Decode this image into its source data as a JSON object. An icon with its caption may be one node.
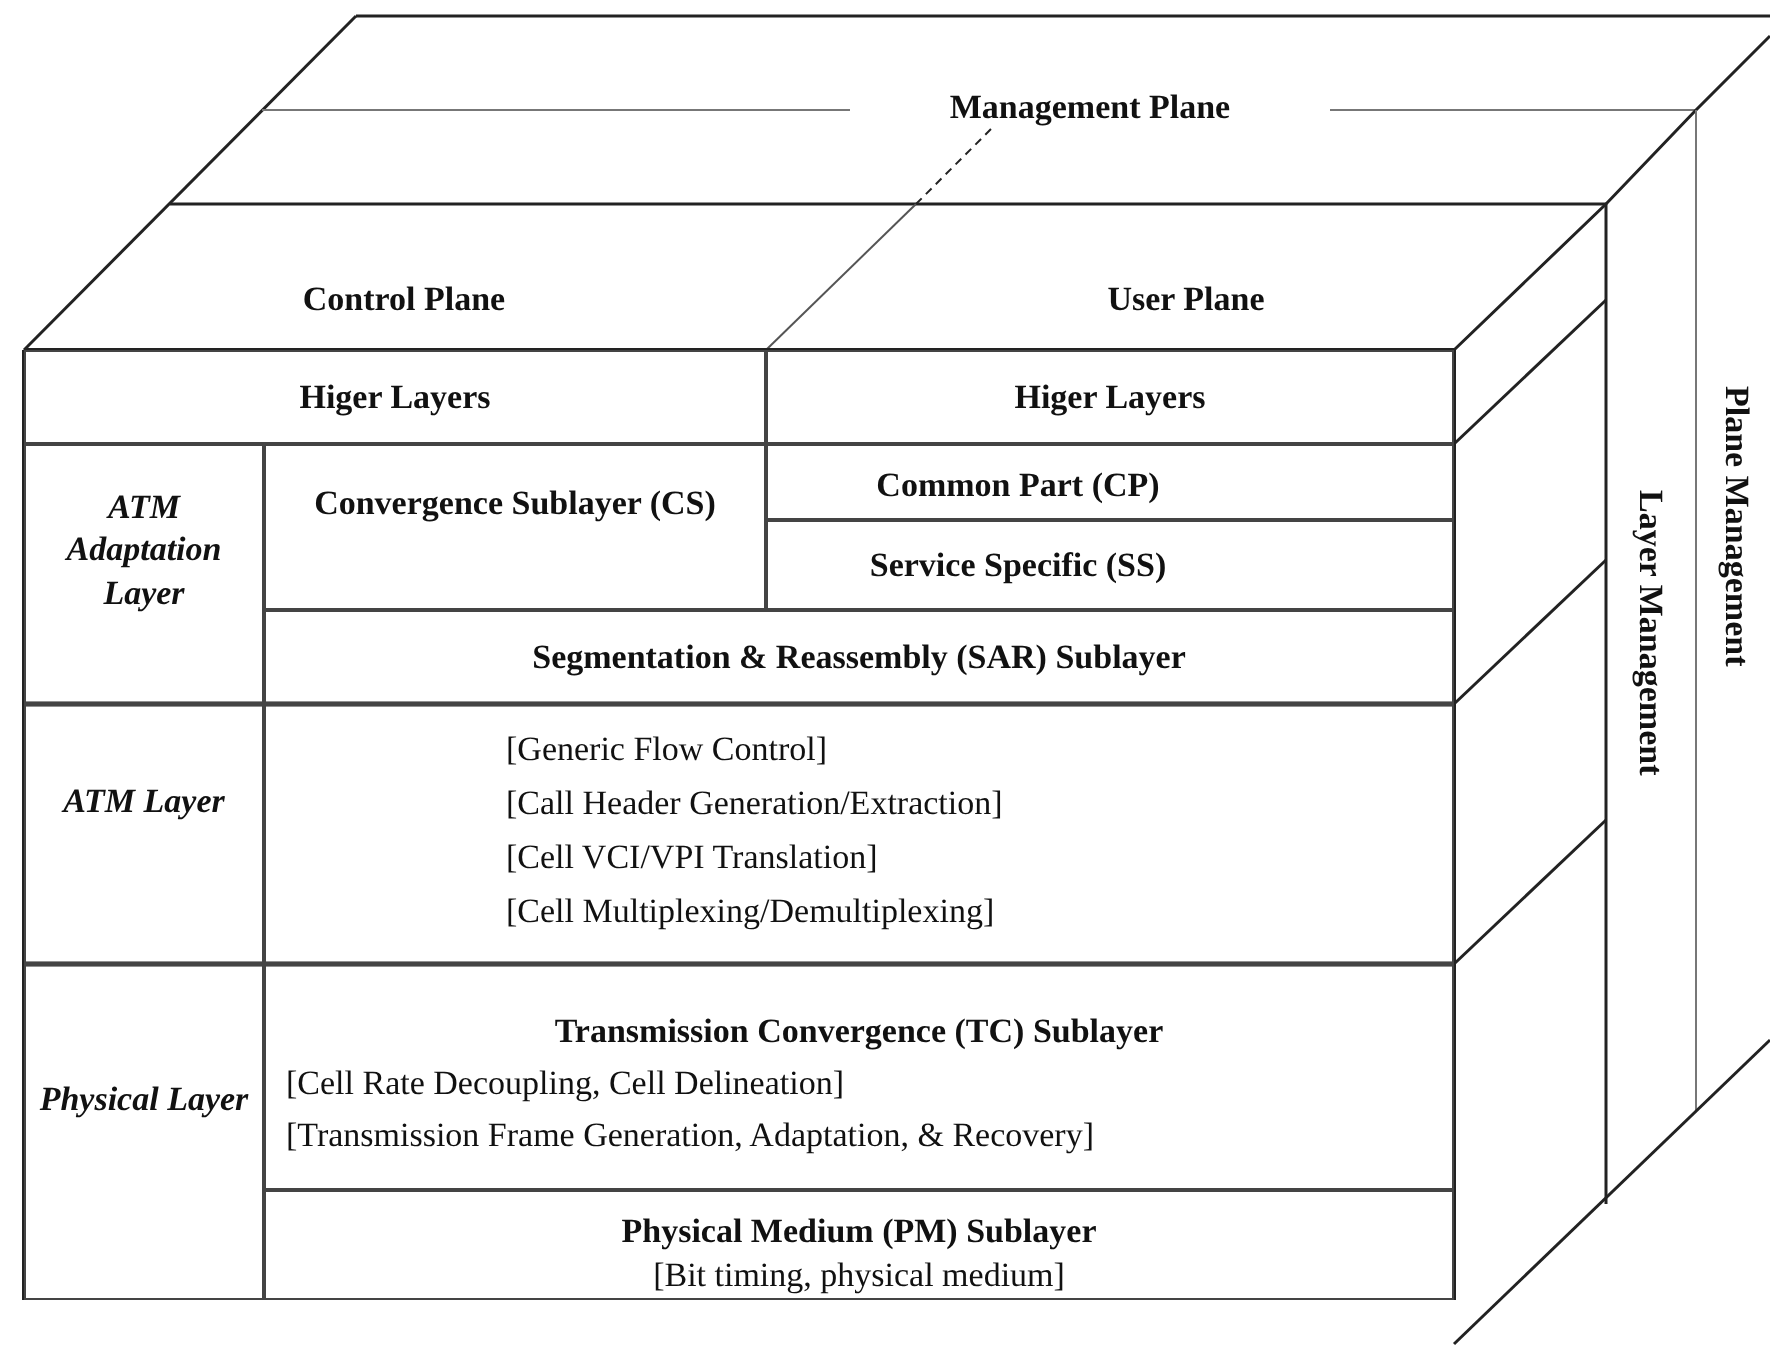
{
  "diagram": {
    "nodes": [
      {
        "text": [
          "Management Plane"
        ]
      },
      {
        "text": [
          "Control Plane"
        ]
      },
      {
        "text": [
          "User Plane"
        ]
      },
      {
        "text": [
          "Higer Layers"
        ]
      },
      {
        "text": [
          "Higer Layers"
        ]
      },
      {
        "text": [
          "ATM Adaptation Layer"
        ]
      },
      {
        "text": [
          "Convergence Sublayer (CS)"
        ]
      },
      {
        "text": [
          "Common Part (CP)"
        ]
      },
      {
        "text": [
          "Service Specific (SS)"
        ]
      },
      {
        "text": [
          "Segmentation & Reassembly (SAR) Sublayer"
        ]
      },
      {
        "text": [
          "ATM Layer"
        ]
      },
      {
        "text": [
          "[Generic Flow Control]",
          "[Call Header Generation/Extraction]",
          "[Cell VCI/VPI Translation]",
          "[Cell Multiplexing/Demultiplexing]"
        ]
      },
      {
        "text": [
          "Physical Layer"
        ]
      },
      {
        "text": [
          "Transmission Convergence (TC) Sublayer",
          "[Cell Rate Decoupling, Cell Delineation]",
          "[Transmission Frame Generation, Adaptation, & Recovery]"
        ]
      },
      {
        "text": [
          "Physical Medium (PM) Sublayer",
          "[Bit timing, physical medium]"
        ]
      },
      {
        "text": [
          "Layer Management"
        ]
      },
      {
        "text": [
          "Plane Management"
        ]
      }
    ],
    "edges": []
  }
}
